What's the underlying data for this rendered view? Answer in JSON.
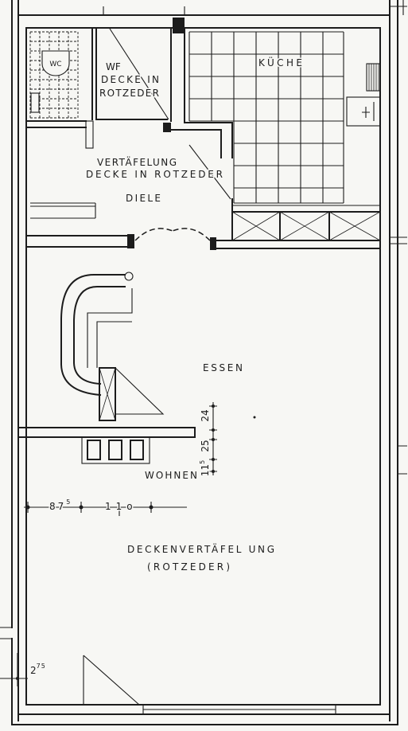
{
  "plan": {
    "rooms": {
      "wc": {
        "label": "WC"
      },
      "wf": {
        "label": "WF",
        "note_line1": "DECKE IN",
        "note_line2": "ROTZEDER"
      },
      "kueche": {
        "label": "KÜCHE"
      },
      "diele": {
        "note_line1": "VERTÄFELUNG",
        "note_line2": "DECKE IN ROTZEDER",
        "label": "DIELE"
      },
      "essen": {
        "label": "ESSEN"
      },
      "wohnen": {
        "label": "WOHNEN",
        "note_line1": "DECKENVERTÄFEL UNG",
        "note_line2": "(ROTZEDER)"
      }
    },
    "dimensions": {
      "vertical_chain": [
        {
          "value": "24"
        },
        {
          "value": "25"
        },
        {
          "value": "11",
          "sup": "5"
        }
      ],
      "horizontal_chain": [
        {
          "value": "87",
          "sup": "5"
        },
        {
          "value": "11o"
        }
      ],
      "wall_offset": {
        "value": "2",
        "sup": "75"
      }
    }
  },
  "colors": {
    "ink": "#1c1c1c",
    "paper": "#f7f7f4"
  }
}
